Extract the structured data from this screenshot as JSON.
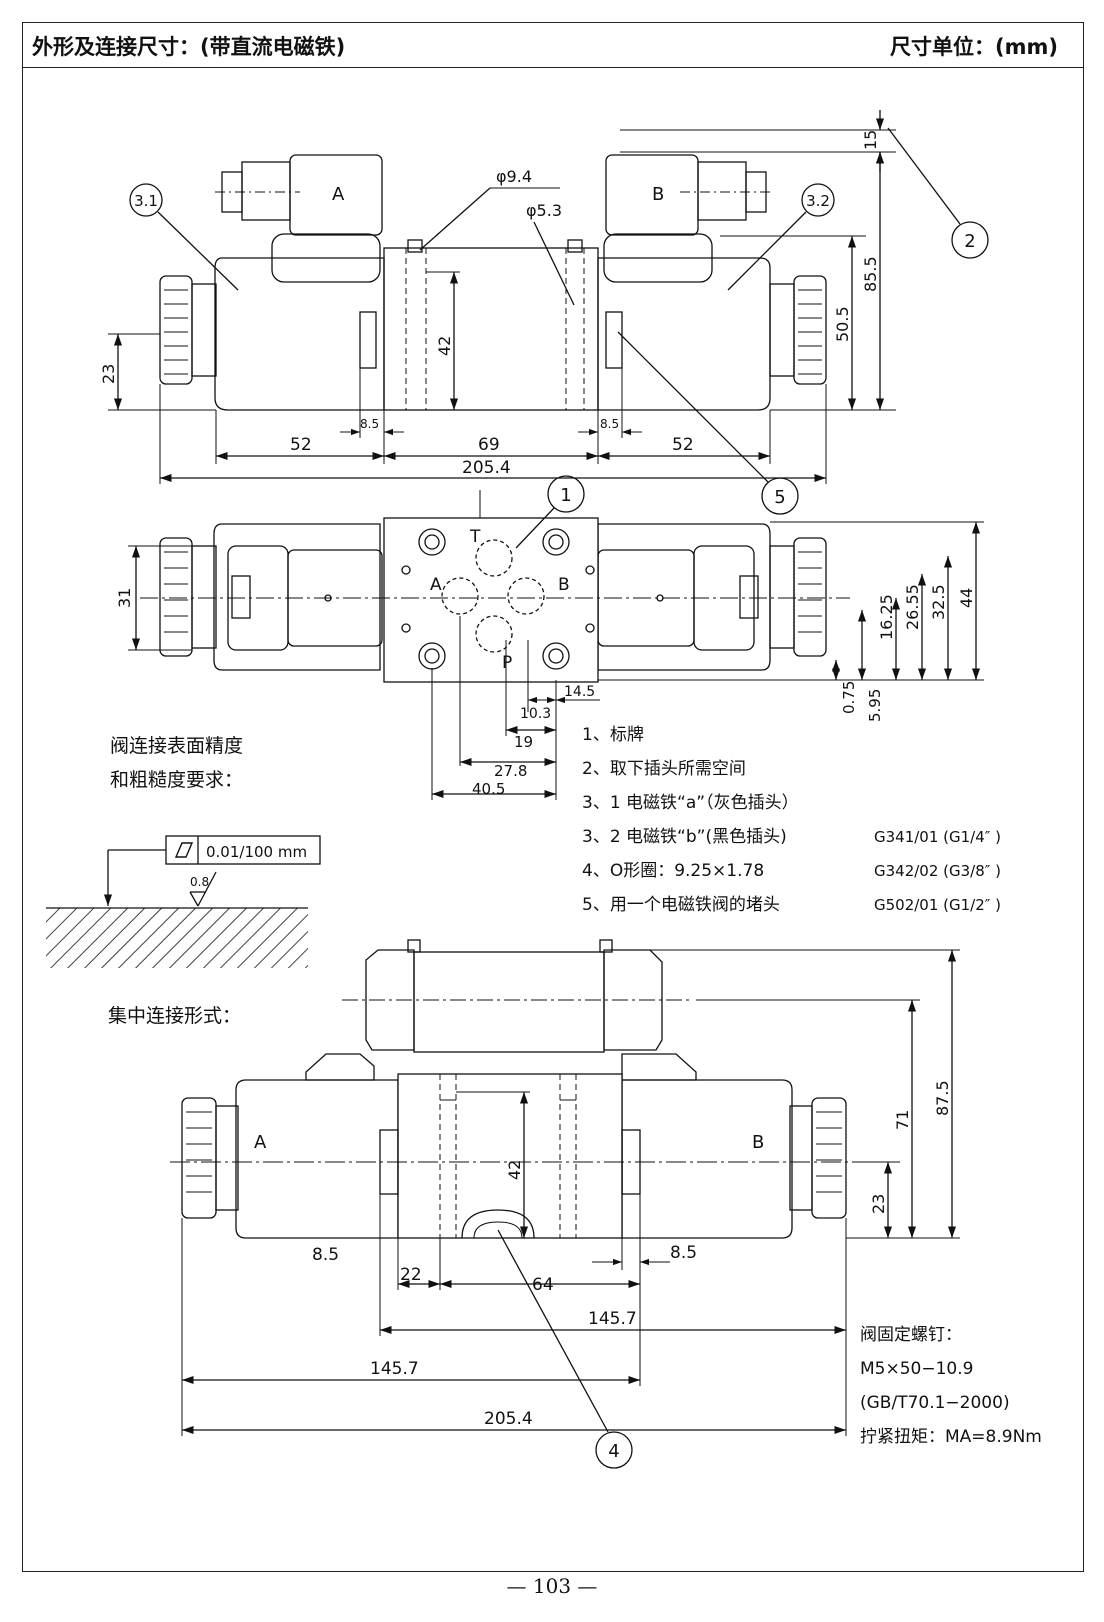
{
  "header": {
    "title": "外形及连接尺寸：(带直流电磁铁)",
    "unit": "尺寸单位：(mm)"
  },
  "top_view": {
    "solenoid_a_label": "A",
    "solenoid_b_label": "B",
    "callout_31": "3.1",
    "callout_32": "3.2",
    "callout_2": "2",
    "callout_5": "5",
    "dim_phi94": "φ9.4",
    "dim_phi53": "φ5.3",
    "dim_15": "15",
    "dim_855": "85.5",
    "dim_505": "50.5",
    "dim_42": "42",
    "dim_23": "23",
    "dim_85_left": "8.5",
    "dim_85_right": "8.5",
    "dim_52_left": "52",
    "dim_69": "69",
    "dim_52_right": "52",
    "dim_2054": "205.4"
  },
  "plan_view": {
    "callout_1": "1",
    "port_t": "T",
    "port_a": "A",
    "port_b": "B",
    "port_p": "P",
    "dim_31": "31",
    "dim_2655": "26.55",
    "dim_325": "32.5",
    "dim_44": "44",
    "dim_1625": "16.25",
    "dim_075": "0.75",
    "dim_595": "5.95",
    "dim_103": "10.3",
    "dim_145": "14.5",
    "dim_19": "19",
    "dim_278": "27.8",
    "dim_405": "40.5"
  },
  "surface": {
    "title_line1": "阀连接表面精度",
    "title_line2": "和粗糙度要求：",
    "flatness_value": "0.01/100 mm",
    "roughness_value": "0.8"
  },
  "legend": {
    "items": [
      "1、标牌",
      "2、取下插头所需空间",
      "3、1 电磁铁“a”（灰色插头）",
      "3、2  电磁铁“b”(黑色插头)",
      "4、O形圈：9.25×1.78",
      "5、用一个电磁铁阀的堵头"
    ],
    "codes": [
      "G341/01 (G1/4″ )",
      "G342/02 (G3/8″ )",
      "G502/01 (G1/2″ )"
    ]
  },
  "bottom_view": {
    "title": "集中连接形式：",
    "label_a": "A",
    "label_b": "B",
    "callout_4": "4",
    "dim_875": "87.5",
    "dim_71": "71",
    "dim_23": "23",
    "dim_42": "42",
    "dim_85_left": "8.5",
    "dim_85_right": "8.5",
    "dim_22": "22",
    "dim_64": "64",
    "dim_1457_upper": "145.7",
    "dim_1457_lower": "145.7",
    "dim_2054": "205.4"
  },
  "screw_info": {
    "line1": "阀固定螺钉：",
    "line2": "M5×50−10.9",
    "line3": "(GB/T70.1−2000)",
    "line4": "拧紧扭矩：MA=8.9Nm"
  },
  "footer": {
    "page_number": "— 103 —"
  }
}
